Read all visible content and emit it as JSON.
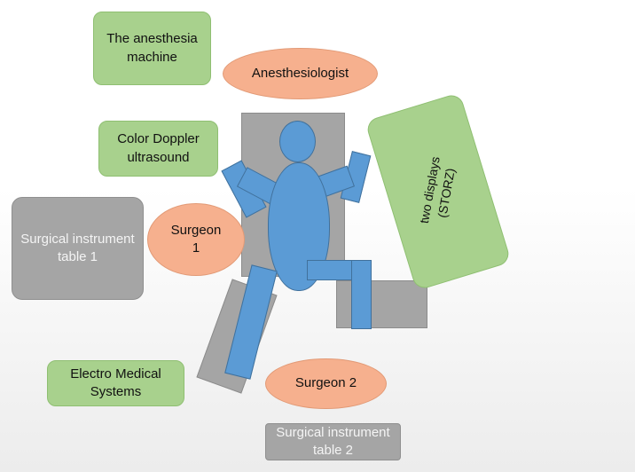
{
  "labels": {
    "anesthesia_machine": "The anesthesia\nmachine",
    "anesthesiologist": "Anesthesiologist",
    "color_doppler": "Color Doppler\nultrasound",
    "surgical_table_1": "Surgical instrument\ntable 1",
    "surgeon_1": "Surgeon\n1",
    "two_displays": "two displays\n(STORZ)",
    "electro_medical": "Electro Medical\nSystems",
    "surgeon_2": "Surgeon 2",
    "surgical_table_2": "Surgical instrument\ntable 2"
  },
  "colors": {
    "equipment_green": "#a8d18d",
    "staff_orange": "#f6b08e",
    "table_gray": "#a5a5a5",
    "patient_blue": "#5b9bd5"
  }
}
